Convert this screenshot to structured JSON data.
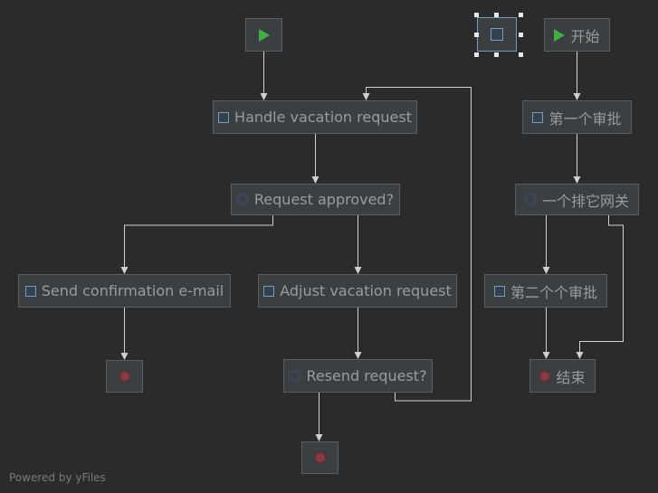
{
  "nodes": {
    "start_1": {
      "label": "",
      "icon": "play-icon"
    },
    "handle_vacation": {
      "label": "Handle vacation request",
      "icon": "task-icon"
    },
    "request_approved": {
      "label": "Request approved?",
      "icon": "gateway-icon"
    },
    "send_confirmation": {
      "label": "Send confirmation e-mail",
      "icon": "task-icon"
    },
    "adjust_vacation": {
      "label": "Adjust vacation request",
      "icon": "task-icon"
    },
    "end_1": {
      "label": "",
      "icon": "end-icon"
    },
    "resend_request": {
      "label": "Resend request?",
      "icon": "gateway-icon"
    },
    "end_2": {
      "label": "",
      "icon": "end-icon"
    },
    "selected_task": {
      "label": "",
      "icon": "task-icon"
    },
    "start_cn": {
      "label": "开始",
      "icon": "play-icon"
    },
    "first_approval": {
      "label": "第一个审批",
      "icon": "task-icon"
    },
    "exclusive_gateway": {
      "label": "一个排它网关",
      "icon": "gateway-icon"
    },
    "second_approval": {
      "label": "第二个个审批",
      "icon": "task-icon"
    },
    "end_cn": {
      "label": "结束",
      "icon": "end-icon"
    }
  },
  "colors": {
    "background": "#2b2b2b",
    "node_fill": "#3c3f41",
    "node_border": "#5b5e61",
    "text": "#9b9b9b",
    "edge": "#d0d0d0",
    "start_green": "#3fae43",
    "end_red": "#8a3a40",
    "selection_blue": "#6e9ec7"
  },
  "footer": {
    "text": "Powered by yFiles"
  }
}
